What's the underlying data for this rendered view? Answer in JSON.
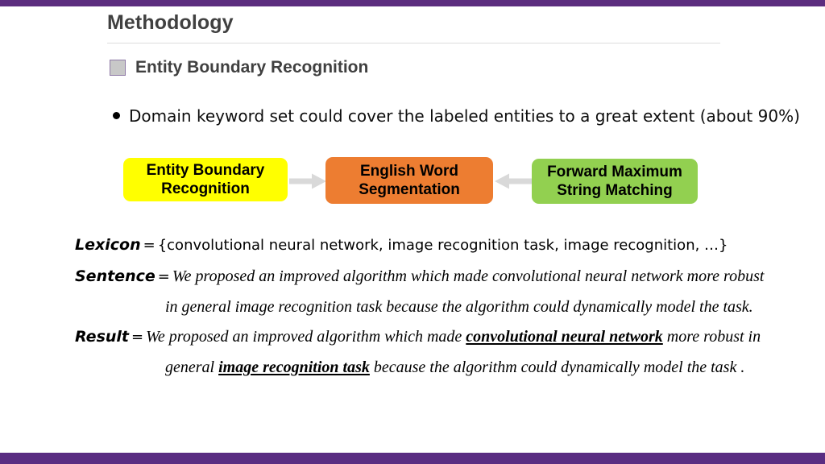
{
  "slide": {
    "title": "Methodology",
    "section_heading": "Entity Boundary Recognition",
    "bullet": "Domain keyword set could cover the labeled entities to a great extent (about 90%)",
    "bullet_marker": "bullet-dot-icon",
    "section_marker": "square-bullet-icon",
    "accent_color": "#5a2d82",
    "rule_color": "#dddddd"
  },
  "flow": {
    "boxes": [
      {
        "line1": "Entity Boundary",
        "line2": "Recognition",
        "color": "#ffff00",
        "name": "entity-boundary-recognition-box"
      },
      {
        "line1": "English Word",
        "line2": "Segmentation",
        "color": "#ed7d31",
        "name": "english-word-segmentation-box"
      },
      {
        "line1": "Forward Maximum",
        "line2": "String Matching",
        "color": "#92d050",
        "name": "forward-maximum-string-matching-box"
      }
    ],
    "arrows": [
      {
        "direction": "right",
        "color": "#d9d9d9",
        "name": "arrow-right-icon"
      },
      {
        "direction": "left",
        "color": "#d9d9d9",
        "name": "arrow-left-icon"
      }
    ]
  },
  "definitions": {
    "lexicon": {
      "key": "Lexicon",
      "eq": "=",
      "value": "{convolutional neural network, image recognition task, image recognition, …}"
    },
    "sentence": {
      "key": "Sentence",
      "eq": "=",
      "value_line1": "We proposed an improved algorithm which made convolutional neural network more robust",
      "value_line2": "in general image recognition task because the algorithm could  dynamically model the task."
    },
    "result": {
      "key": "Result",
      "eq": "=",
      "line1_pre": "We proposed an improved algorithm which made ",
      "line1_highlight": "convolutional neural network",
      "line1_post": " more robust in",
      "line2_pre": "general ",
      "line2_highlight": "image recognition task",
      "line2_post": " because the algorithm could dynamically model the task ."
    }
  }
}
